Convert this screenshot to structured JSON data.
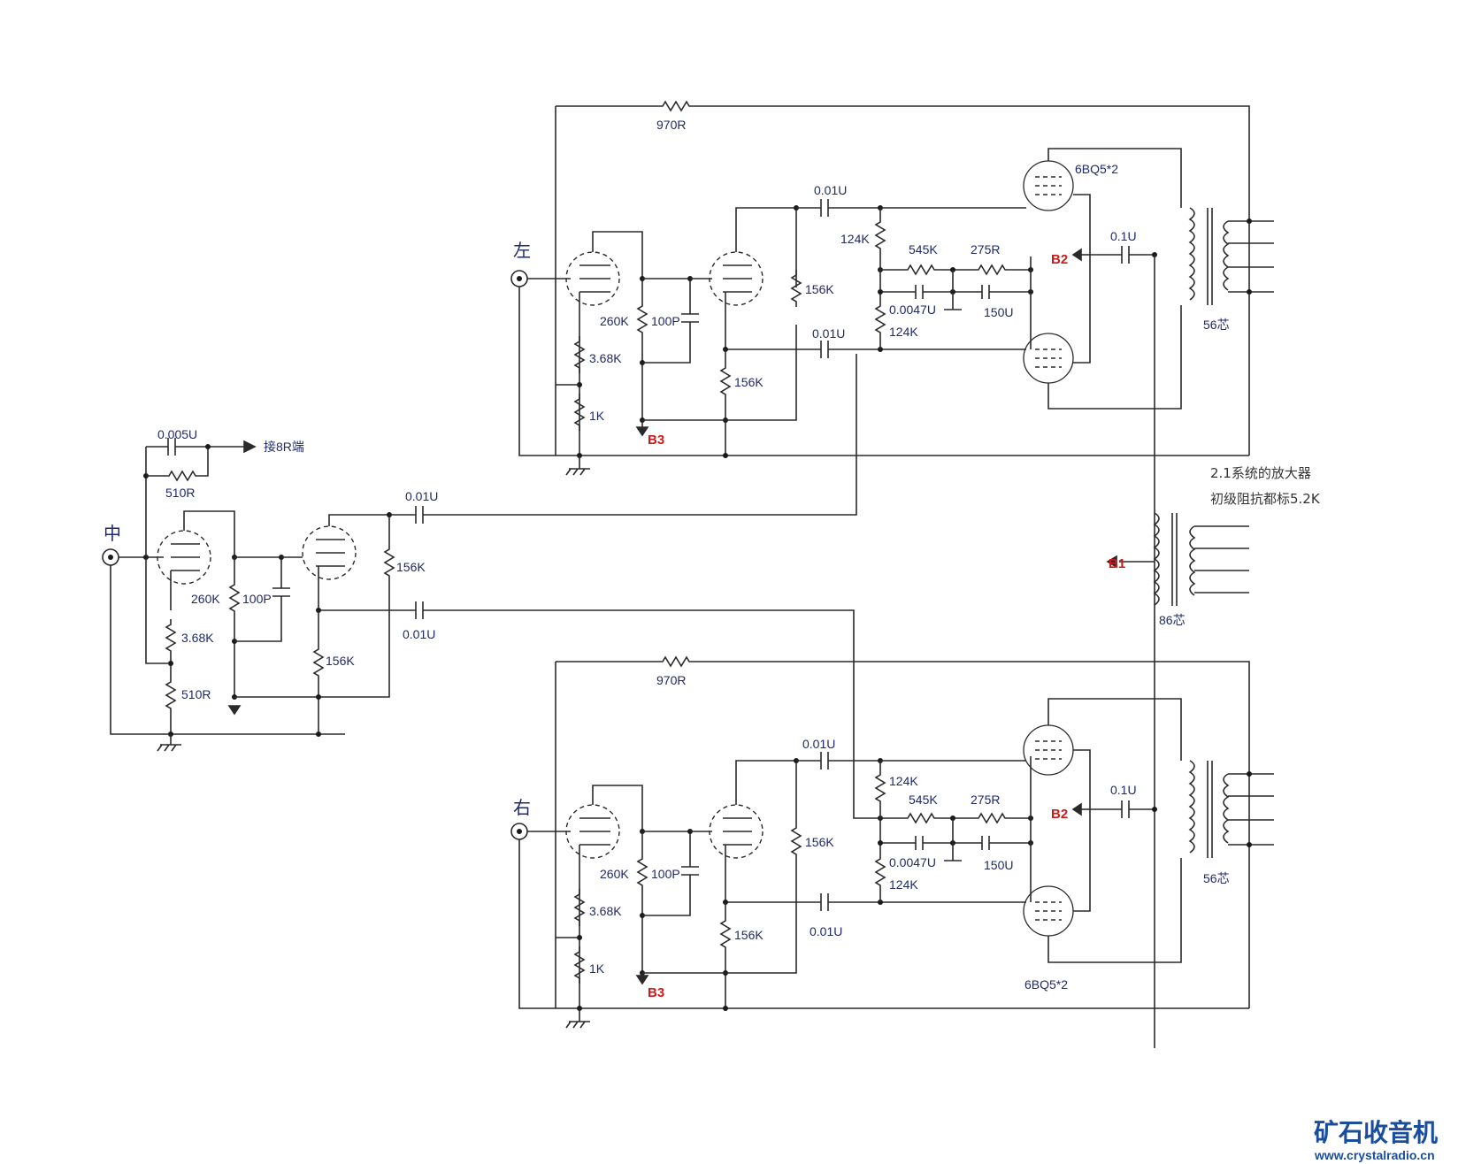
{
  "channels": {
    "left": "左",
    "center": "中",
    "right": "右"
  },
  "components": {
    "r_feedback": "970R",
    "c_coupling": "0.01U",
    "c_out": "0.1U",
    "r_124k": "124K",
    "r_545k": "545K",
    "r_275r": "275R",
    "c_0047": "0.0047U",
    "c_150u": "150U",
    "r_260k": "260K",
    "c_100p": "100P",
    "r_368k": "3.68K",
    "r_1k": "1K",
    "r_156k": "156K",
    "r_510r": "510R",
    "c_0005": "0.005U",
    "tube_6bq5": "6BQ5*2",
    "out_transformer": "56芯",
    "center_transformer": "86芯",
    "to_8r": "接8R端"
  },
  "rails": {
    "b1": "B1",
    "b2": "B2",
    "b3": "B3"
  },
  "note": {
    "line1": "2.1系统的放大器",
    "line2": "初级阻抗都标5.2K"
  },
  "watermark": {
    "cn": "矿石收音机",
    "url": "www.crystalradio.cn"
  },
  "colors": {
    "wire": "#2a2a2a",
    "label": "#1f2a6b",
    "rail": "#cc1a1a",
    "watermark": "#1a4d9e"
  }
}
